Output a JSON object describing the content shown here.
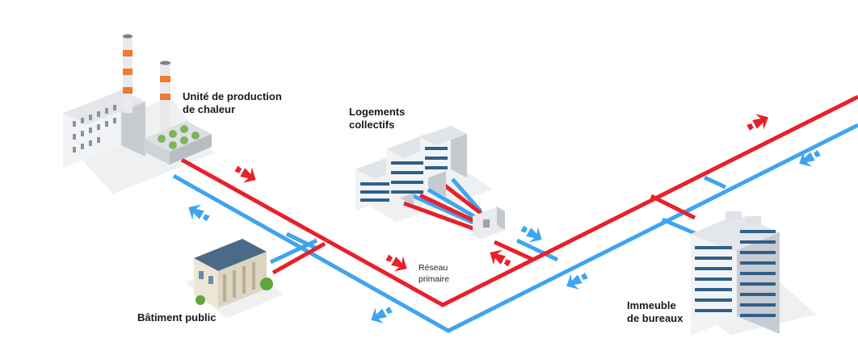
{
  "labels": {
    "production": [
      "Unité de production",
      "de chaleur"
    ],
    "logements": [
      "Logements",
      "collectifs"
    ],
    "reseau": [
      "Réseau",
      "primaire"
    ],
    "batiment": [
      "Bâtiment public"
    ],
    "immeuble": [
      "Immeuble",
      "de bureaux"
    ]
  },
  "colors": {
    "hot_pipe": "#e8202a",
    "cold_pipe": "#3fa4f0",
    "building_gray": "#dfe1e4",
    "window_blue": "#2f5f8a"
  },
  "icons": [
    "hot-flow-arrow-icon",
    "cold-flow-arrow-icon"
  ]
}
